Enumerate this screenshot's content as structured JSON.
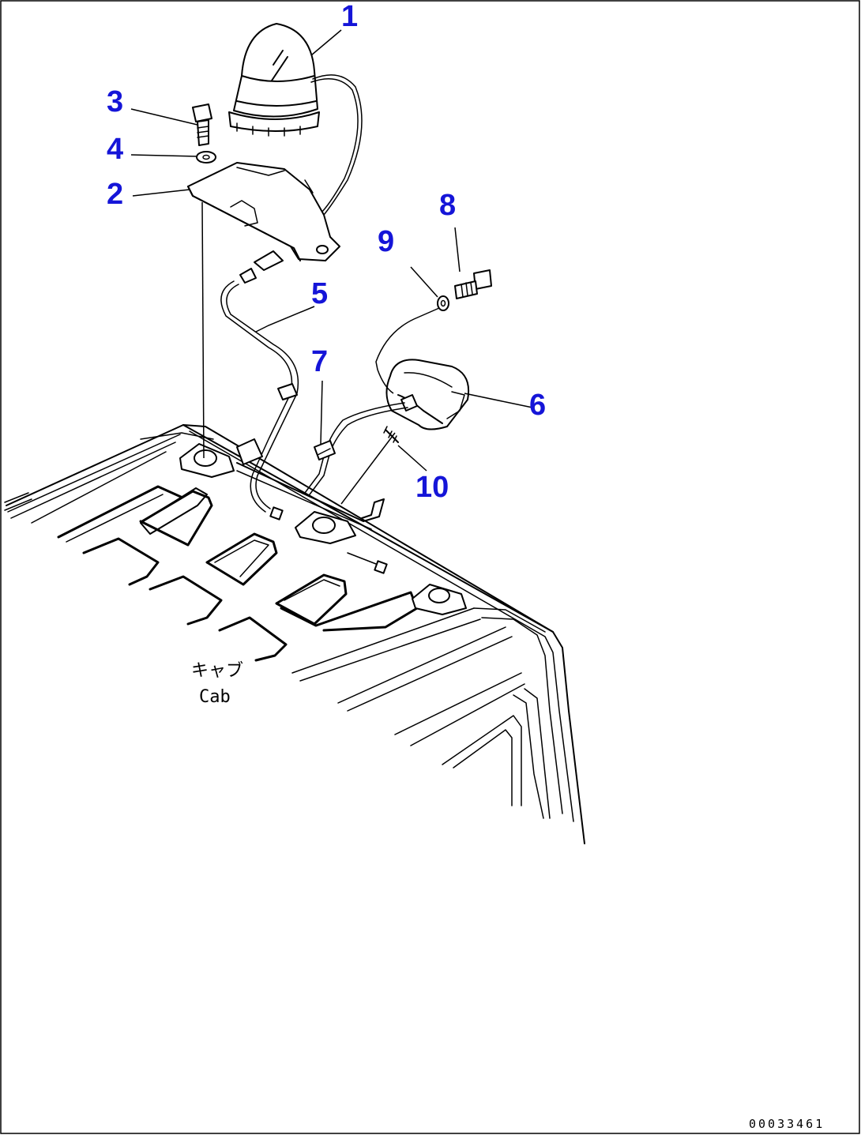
{
  "callouts": [
    {
      "id": "1",
      "text": "1"
    },
    {
      "id": "2",
      "text": "2"
    },
    {
      "id": "3",
      "text": "3"
    },
    {
      "id": "4",
      "text": "4"
    },
    {
      "id": "5",
      "text": "5"
    },
    {
      "id": "6",
      "text": "6"
    },
    {
      "id": "7",
      "text": "7"
    },
    {
      "id": "8",
      "text": "8"
    },
    {
      "id": "9",
      "text": "9"
    },
    {
      "id": "10",
      "text": "10"
    }
  ],
  "cab_label": {
    "japanese": "キャブ",
    "english": "Cab"
  },
  "document_number": "00033461",
  "colors": {
    "callout": "#1515d8",
    "line": "#000000",
    "background": "#ffffff"
  },
  "icons": {
    "beacon": "rotating-beacon-icon",
    "bracket": "mounting-bracket-icon",
    "bolt": "bolt-icon",
    "washer": "washer-icon",
    "harness": "wiring-harness-icon",
    "switch_box": "switch-box-icon",
    "clip": "clip-icon",
    "cab_roof": "cab-roof-icon"
  }
}
